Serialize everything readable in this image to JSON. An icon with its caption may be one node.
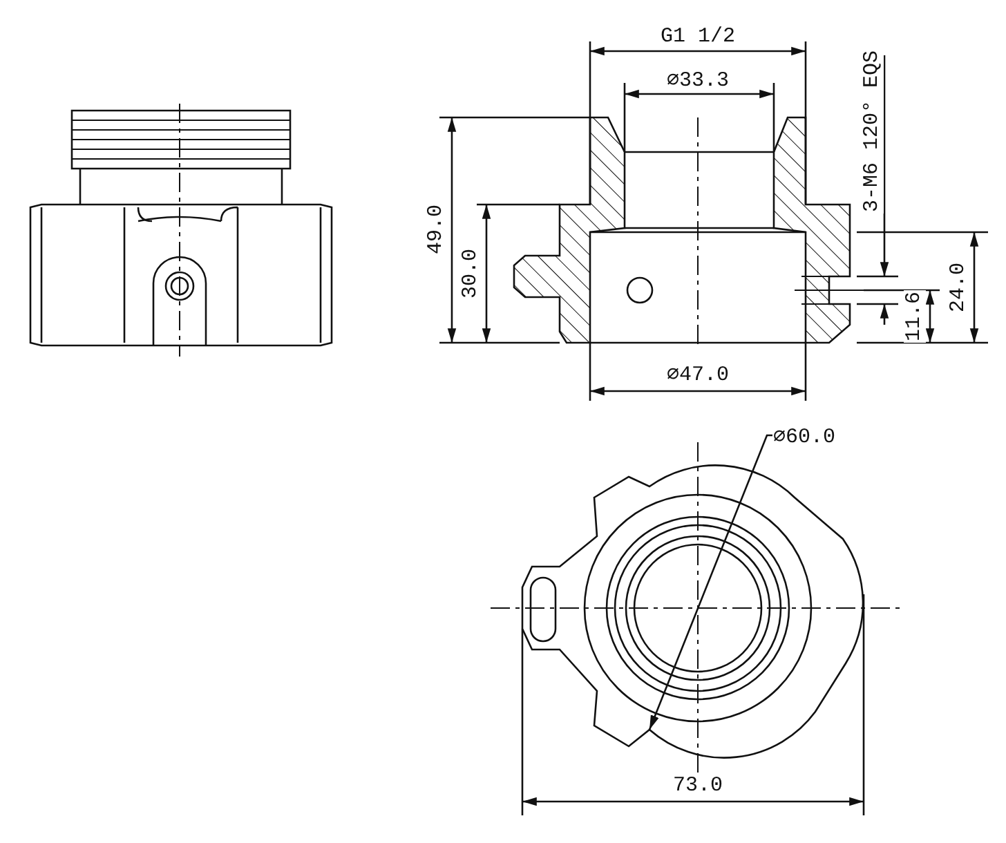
{
  "diagram": {
    "labels": [
      "G1 1/2",
      "⌀33.3",
      "3-M6 120° EQS",
      "49.0",
      "30.0",
      "24.0",
      "11.6",
      "⌀47.0",
      "⌀60.0",
      "73.0"
    ]
  }
}
